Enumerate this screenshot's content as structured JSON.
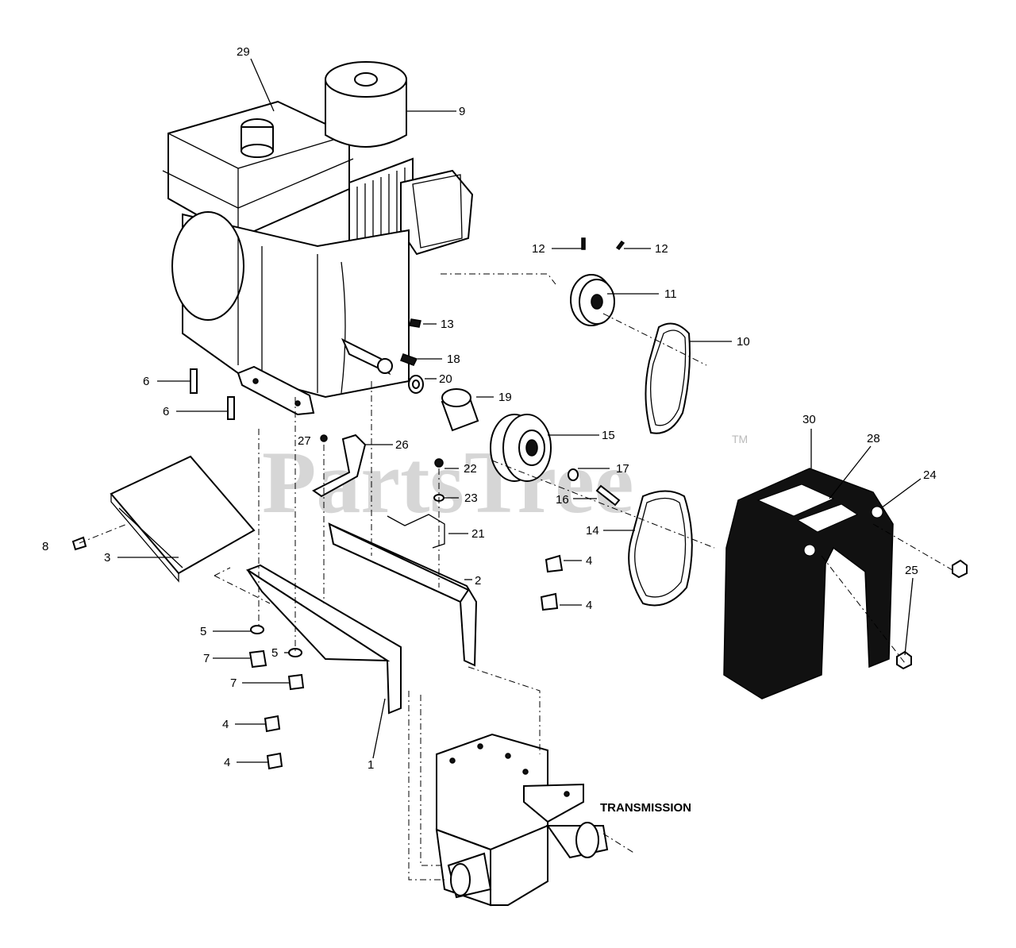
{
  "watermark": {
    "text": "PartsTree",
    "trademark": "TM"
  },
  "section_label": "TRANSMISSION",
  "callouts": {
    "c29": "29",
    "c9": "9",
    "c12a": "12",
    "c12b": "12",
    "c11": "11",
    "c13": "13",
    "c10": "10",
    "c18": "18",
    "c20": "20",
    "c19": "19",
    "c6a": "6",
    "c6b": "6",
    "c15": "15",
    "c27": "27",
    "c26": "26",
    "c30": "30",
    "c28": "28",
    "c24": "24",
    "c22": "22",
    "c17": "17",
    "c16": "16",
    "c23": "23",
    "c14": "14",
    "c21": "21",
    "c8": "8",
    "c3": "3",
    "c4a": "4",
    "c2": "2",
    "c25": "25",
    "c4b": "4",
    "c5a": "5",
    "c5b": "5",
    "c7a": "7",
    "c7b": "7",
    "c4c": "4",
    "c4d": "4",
    "c1": "1"
  }
}
